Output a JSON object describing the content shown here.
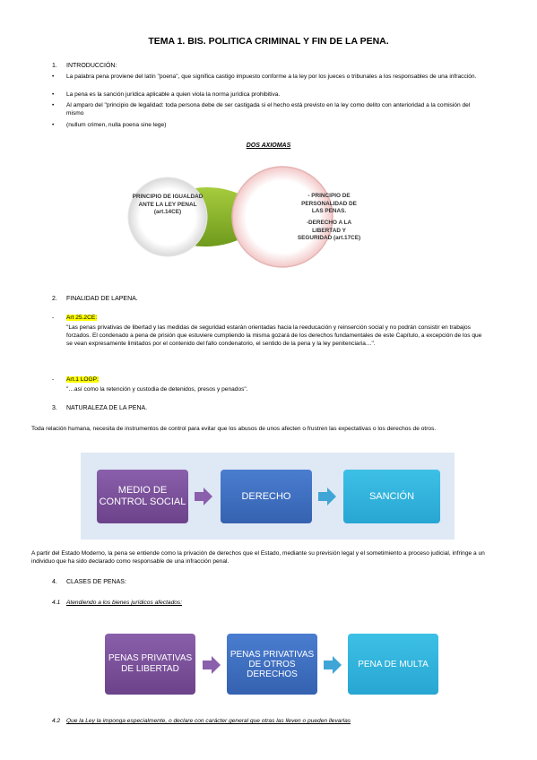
{
  "title": "TEMA 1. BIS. POLITICA CRIMINAL Y FIN DE LA PENA.",
  "sections": {
    "intro": {
      "number": "1.",
      "heading": "INTRODUCCIÓN:",
      "bullets": [
        "La palabra pena proviene del latín \"poena\", que significa castigo impuesto conforme a la ley por los jueces o tribunales a los responsables de una infracción.",
        "La pena es la sanción jurídica aplicable a quien viola la norma jurídica prohibitiva.",
        "Al amparo del \"principio de legalidad: toda persona debe de ser castigada si el hecho está previsto en la ley como delito con anterioridad a la comisión del mismo",
        "(nullum crimen, nulla poena sine lege)"
      ]
    },
    "axioms": {
      "heading": "DOS AXIOMAS",
      "left_circle": "PRINCIPIO DE IGUALDAD ANTE LA LEY PENAL (art.14CE)",
      "right_circle_line1": "- PRINCIPIO DE PERSONALIDAD DE LAS PENAS.",
      "right_circle_line2": "-DERECHO A LA LIBERTAD Y SEGURIDAD (art.17CE)"
    },
    "finalidad": {
      "number": "2.",
      "heading": "FINALIDAD DE LAPENA.",
      "art1_label": "Art 25.2CE:",
      "art1_text": "\"Las penas privativas de libertad y las medidas de seguridad estarán orientadas hacia la reeducación y reinserción social y no podrán consistir en trabajos forzados. El condenado a pena de prisión que estuviere cumpliendo la misma gozará de los derechos fundamentales de este Capítulo, a excepción de los que se vean expresamente limitados por el contenido del fallo condenatorio, el sentido de la pena y la ley penitenciaria…\".",
      "art2_label": "Art.1 LOGP:",
      "art2_text": "\"…así como la retención y custodia de detenidos, presos y penados\"."
    },
    "naturaleza": {
      "number": "3.",
      "heading": "NATURALEZA DE LA PENA.",
      "paragraph": "Toda relación humana, necesita de instrumentos de control para evitar que los abusos de unos afecten o frustren las expectativas o los derechos de otros.",
      "flow": [
        "MEDIO DE CONTROL SOCIAL",
        "DERECHO",
        "SANCIÓN"
      ],
      "paragraph2": "A partir del Estado Moderno, la pena se entiende como la privación de derechos que el Estado, mediante su previsión legal y el sometimiento a proceso judicial, infringe a un individuo que ha sido declarado como responsable de una infracción penal."
    },
    "clases": {
      "number": "4.",
      "heading": "CLASES DE PENAS:",
      "sub1_num": "4.1",
      "sub1": "Atendiendo a los bienes jurídicos afectados:",
      "flow": [
        "PENAS PRIVATIVAS DE LIBERTAD",
        "PENAS PRIVATIVAS DE OTROS DERECHOS",
        "PENA DE MULTA"
      ],
      "sub2_num": "4.2",
      "sub2": "Que la Ley la imponga especialmente, o declare con carácter general que otras las lleven o pueden llevarlas"
    }
  },
  "colors": {
    "purple": "#7a4f99",
    "blue": "#3e6cc0",
    "cyan": "#33b3dc",
    "green": "#8ab62d",
    "highlight": "#ffff00"
  }
}
